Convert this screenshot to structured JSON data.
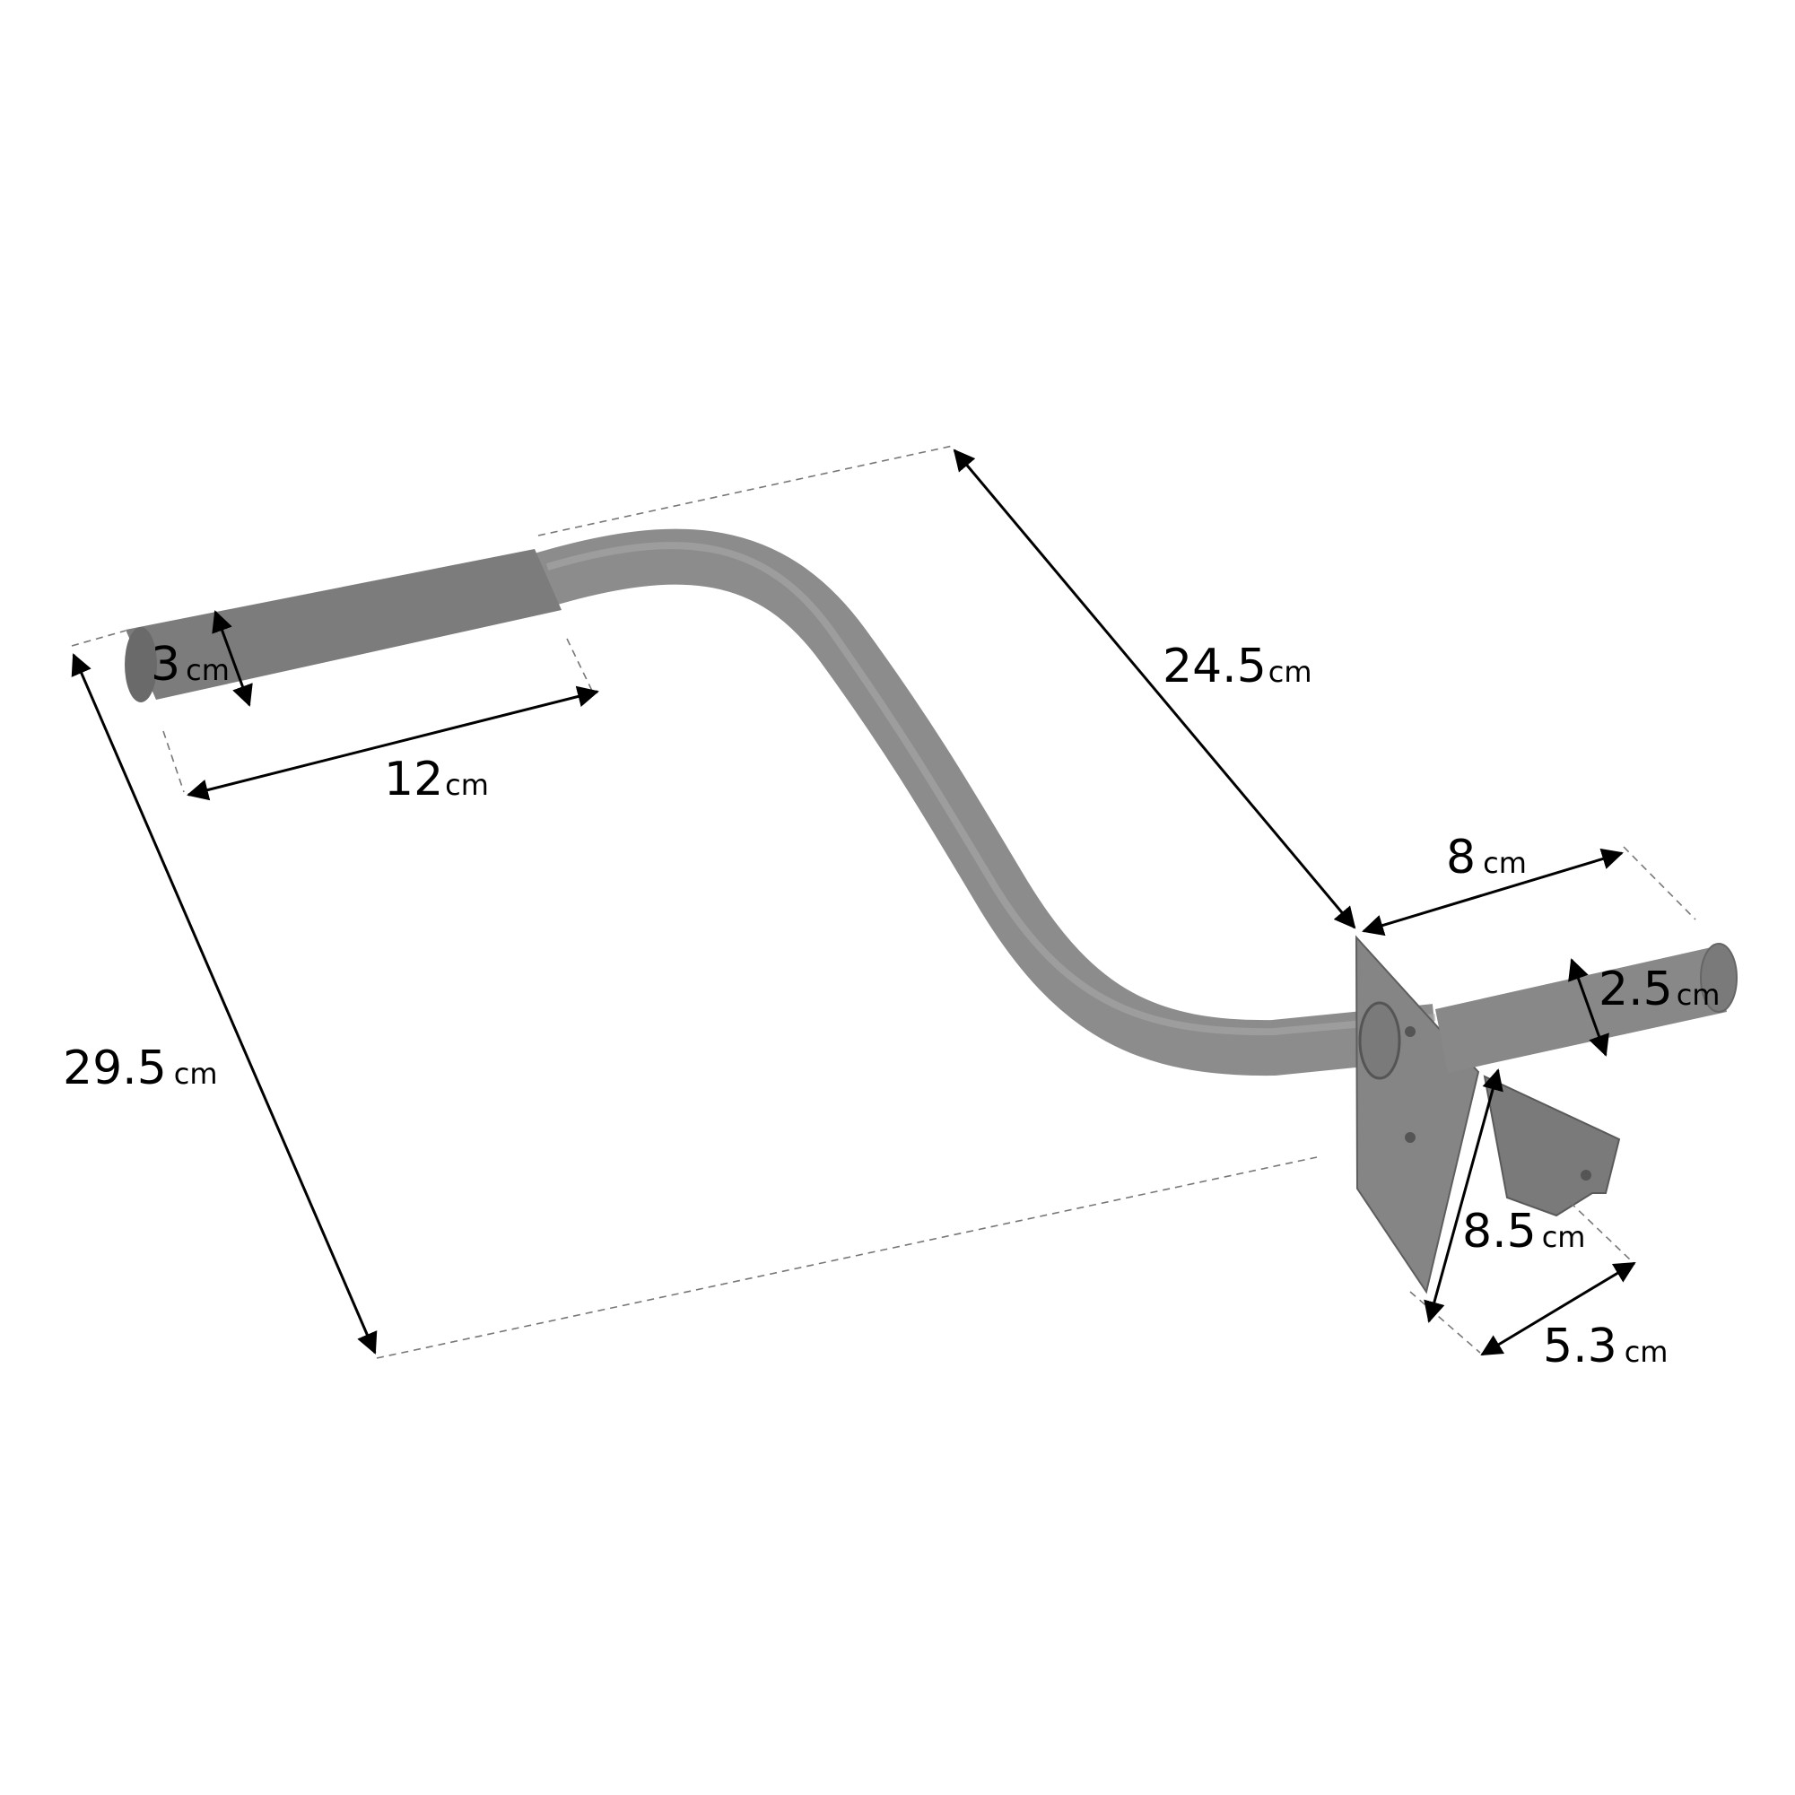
{
  "dimensions": {
    "grip_diameter": {
      "value": "3",
      "unit": "cm"
    },
    "grip_length": {
      "value": "12",
      "unit": "cm"
    },
    "total_depth": {
      "value": "29.5",
      "unit": "cm"
    },
    "reach": {
      "value": "24.5",
      "unit": "cm"
    },
    "mount_length": {
      "value": "8",
      "unit": "cm"
    },
    "mount_diameter": {
      "value": "2.5",
      "unit": "cm"
    },
    "plate_height": {
      "value": "8.5",
      "unit": "cm"
    },
    "plate_width": {
      "value": "5.3",
      "unit": "cm"
    }
  },
  "colors": {
    "metal": "#8e8e8e",
    "metal_dark": "#6e6e6e",
    "grip": "#7c7c7c",
    "plate": "#858585",
    "dimension_line": "#000000",
    "extension_line": "#777777"
  }
}
